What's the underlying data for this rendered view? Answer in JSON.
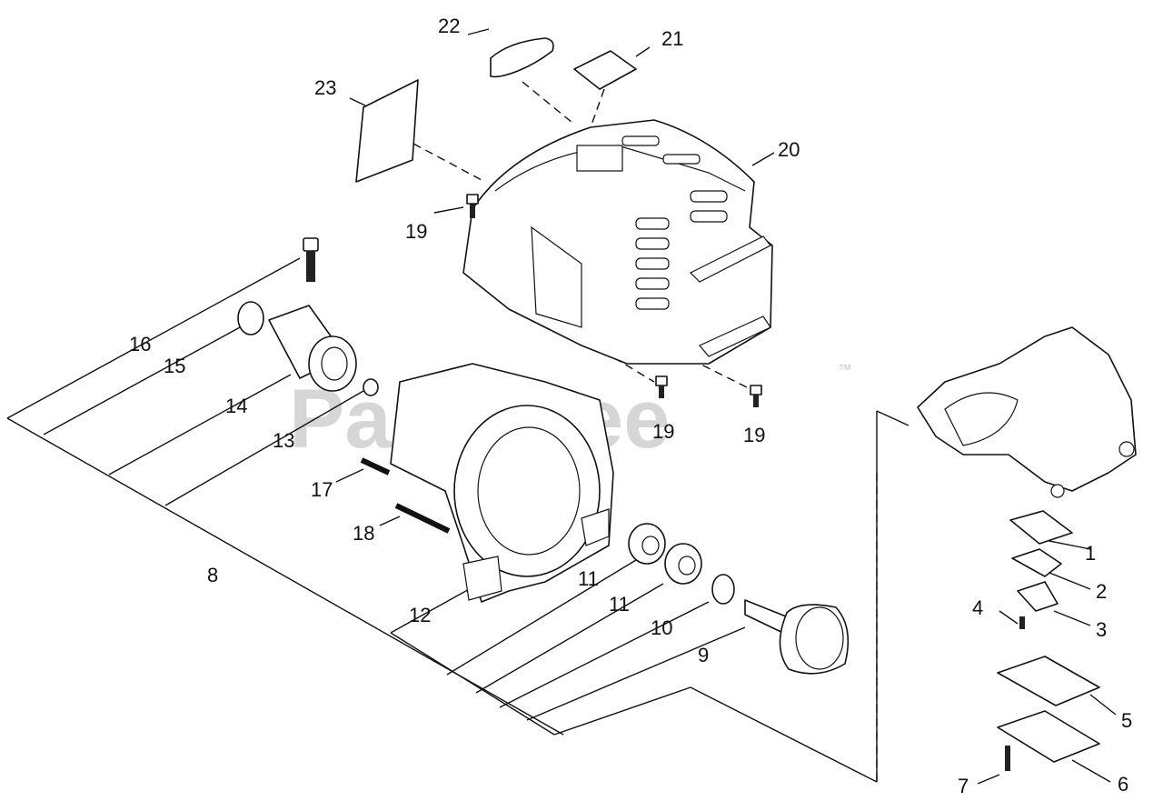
{
  "watermark": {
    "text": "PartsTree",
    "trademark": "™"
  },
  "callouts": {
    "c1": "1",
    "c2": "2",
    "c3": "3",
    "c4": "4",
    "c5": "5",
    "c6": "6",
    "c7": "7",
    "c8": "8",
    "c9": "9",
    "c10": "10",
    "c11a": "11",
    "c11b": "11",
    "c12": "12",
    "c13": "13",
    "c14": "14",
    "c15": "15",
    "c16": "16",
    "c17": "17",
    "c18": "18",
    "c19a": "19",
    "c19b": "19",
    "c19c": "19",
    "c20": "20",
    "c21": "21",
    "c22": "22",
    "c23": "23"
  }
}
